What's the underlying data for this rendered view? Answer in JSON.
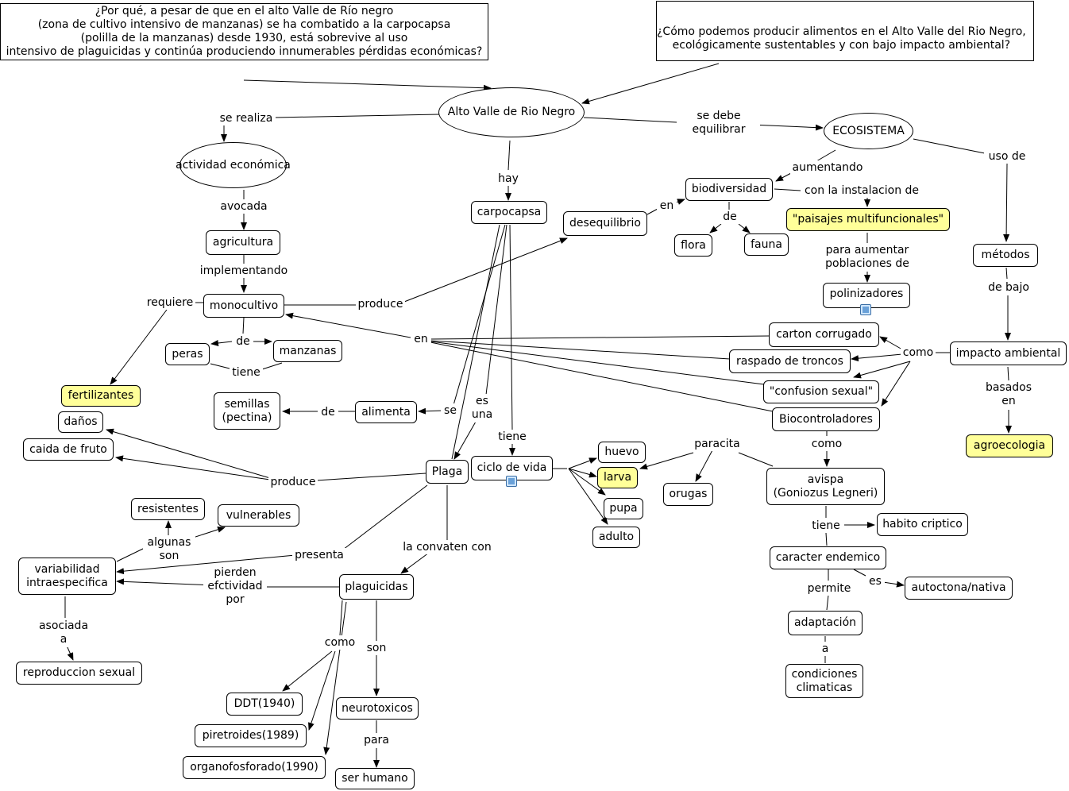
{
  "nodes": {
    "q1": "¿Por qué, a pesar de que en el alto Valle de Río negro\n(zona de cultivo intensivo de manzanas) se ha combatido a la carpocapsa\n(polilla de la manzanas) desde 1930, está sobrevive al uso\nintensivo de plaguicidas y continúa produciendo innumerables pérdidas económicas?",
    "q2": "¿Cómo podemos producir alimentos en el Alto Valle del Rio Negro,\necológicamente sustentables y con bajo impacto ambiental?",
    "alto_valle": "Alto Valle de Rio Negro",
    "ecosistema": "ECOSISTEMA",
    "actividad": "actividad económica",
    "agricultura": "agricultura",
    "monocultivo": "monocultivo",
    "peras": "peras",
    "manzanas": "manzanas",
    "semillas": "semillas\n(pectina)",
    "fertilizantes": "fertilizantes",
    "danos": "daños",
    "caida": "caida de fruto",
    "carpocapsa": "carpocapsa",
    "desequilibrio": "desequilibrio",
    "biodiversidad": "biodiversidad",
    "flora": "flora",
    "fauna": "fauna",
    "paisajes": "\"paisajes multifuncionales\"",
    "polinizadores": "polinizadores",
    "metodos": "métodos",
    "impacto": "impacto ambiental",
    "agroecologia": "agroecologia",
    "carton": "carton corrugado",
    "raspado": "raspado de troncos",
    "confusion": "\"confusion sexual\"",
    "biocontroladores": "Biocontroladores",
    "alimenta": "alimenta",
    "plaga": "Plaga",
    "ciclo": "ciclo de vida",
    "huevo": "huevo",
    "larva": "larva",
    "pupa": "pupa",
    "adulto": "adulto",
    "orugas": "orugas",
    "avispa": "avispa\n(Goniozus Legneri)",
    "habito": "habito criptico",
    "caracter": "caracter endemico",
    "autoctona": "autoctona/nativa",
    "adaptacion": "adaptación",
    "condiciones": "condiciones\nclimaticas",
    "resistentes": "resistentes",
    "vulnerables": "vulnerables",
    "variabilidad": "variabilidad\nintraespecifica",
    "reproduccion": "reproduccion sexual",
    "plaguicidas": "plaguicidas",
    "ddt": "DDT(1940)",
    "piretroides": "piretroides(1989)",
    "organofosforado": "organofosforado(1990)",
    "neurotoxicos": "neurotoxicos",
    "ser_humano": "ser humano"
  },
  "links": {
    "se_realiza": "se realiza",
    "se_debe": "se debe\nequilibrar",
    "avocada": "avocada",
    "implementando": "implementando",
    "requiere": "requiere",
    "de_frutas": "de",
    "tiene_semillas": "tiene",
    "de_semillas": "de",
    "produce_deseq": "produce",
    "hay": "hay",
    "en_deseq": "en",
    "aumentando": "aumentando",
    "de_bio": "de",
    "con_instalacion": "con la instalacion de",
    "para_aumentar": "para aumentar\npoblaciones de",
    "uso_de": "uso de",
    "de_bajo": "de bajo",
    "basados": "basados\nen",
    "como_metodos": "como",
    "en_metodos": "en",
    "como_bio": "como",
    "se_alimenta": "se",
    "es_una": "es\nuna",
    "tiene_ciclo": "tiene",
    "paracita": "paracita",
    "tiene_habito": "tiene",
    "es_autoctona": "es",
    "permite": "permite",
    "a_cond": "a",
    "produce_danos": "produce",
    "presenta": "presenta",
    "la_convaten": "la convaten con",
    "pierden": "pierden\nefctividad\npor",
    "algunas": "algunas\nson",
    "asociada": "asociada\na",
    "como_plag": "como",
    "son_plag": "son",
    "para_sh": "para"
  },
  "icons": {
    "polinizadores": "film-icon",
    "ciclo": "image-icon"
  }
}
